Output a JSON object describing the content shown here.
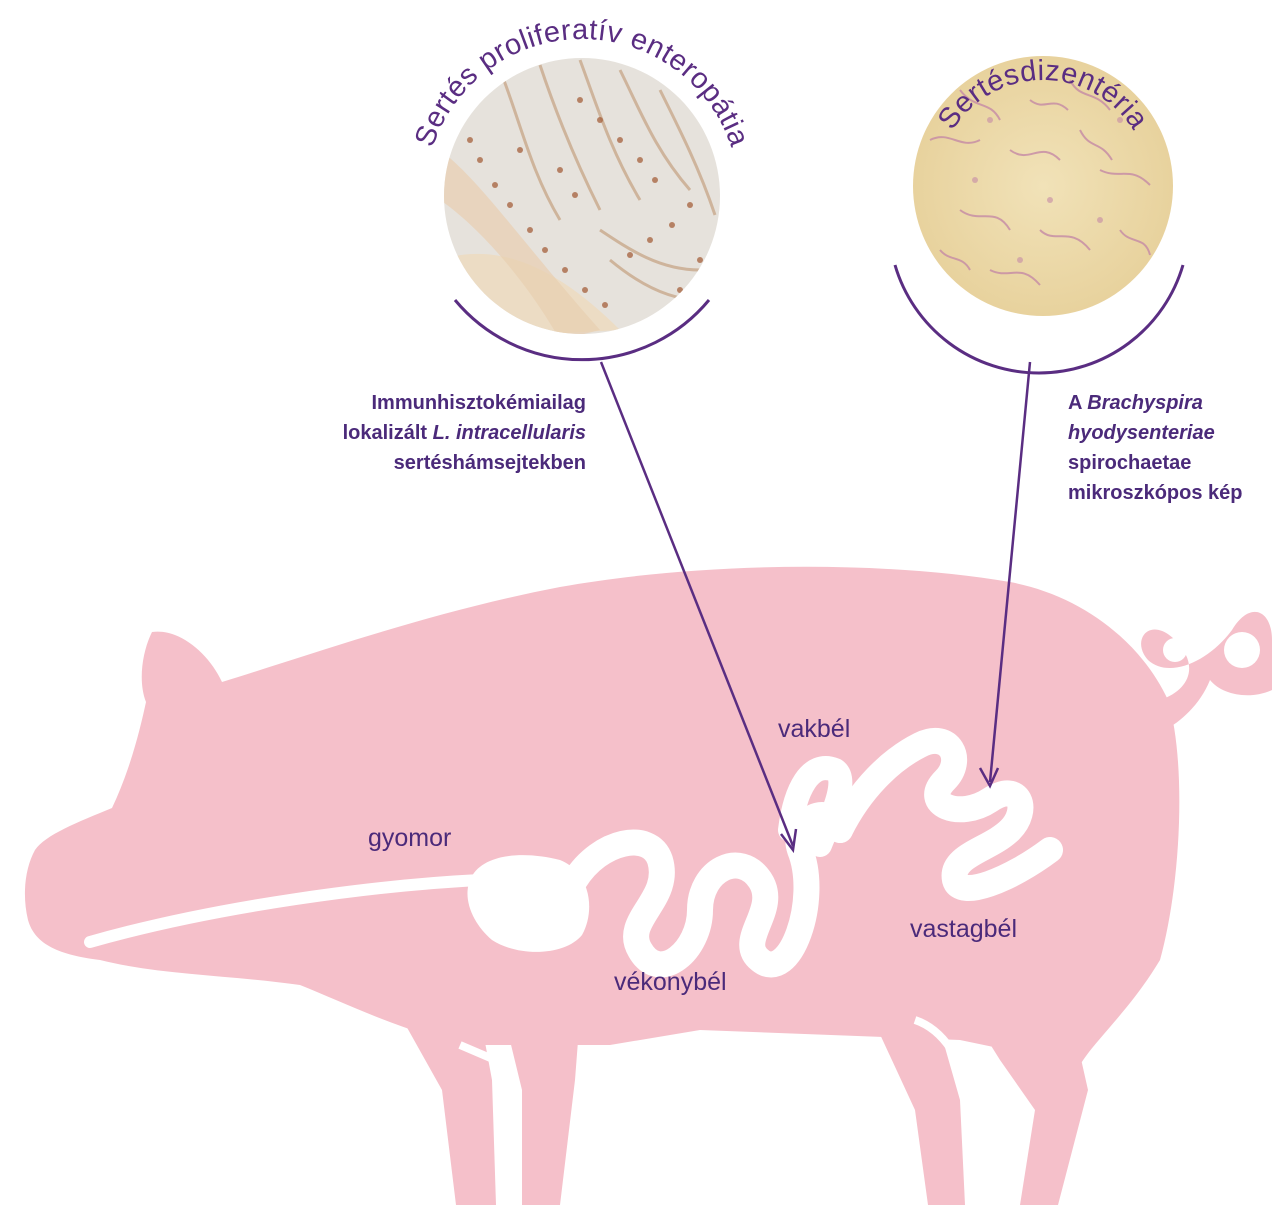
{
  "microscopy": {
    "left": {
      "title": "Sertés proliferatív enteropátia",
      "caption_line1": "Immunhisztokémiailag",
      "caption_line2_plain": "lokalizált ",
      "caption_line2_italic": "L. intracellularis",
      "caption_line3": "sertéshámsejtekben"
    },
    "right": {
      "title": "Sertésdizentéria",
      "caption_line1_plain": "A ",
      "caption_line1_italic": "Brachyspira",
      "caption_line2_italic": "hyodysenteriae",
      "caption_line3": "spirochaetae",
      "caption_line4": "mikroszkópos kép"
    }
  },
  "organs": {
    "stomach": "gyomor",
    "small_intestine": "vékonybél",
    "cecum": "vakbél",
    "large_intestine": "vastagbél"
  },
  "colors": {
    "pig_body": "#f5c0ca",
    "purple": "#5a2d82",
    "left_sample_bg": "#e8e2d6",
    "right_sample_bg": "#eedcb0"
  }
}
